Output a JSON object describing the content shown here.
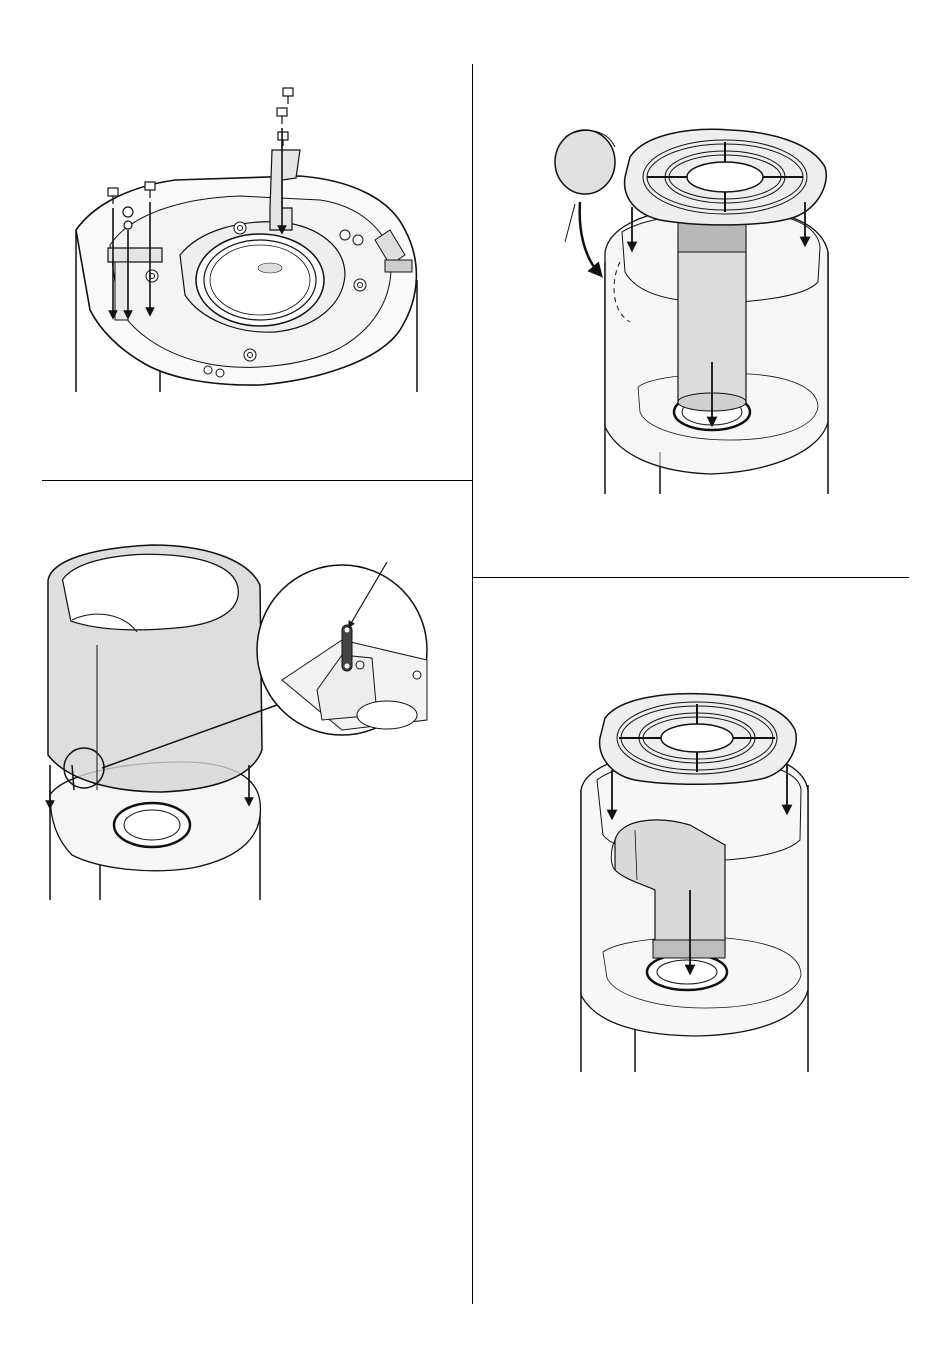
{
  "page": {
    "description_free": true
  },
  "illustrations": [
    {
      "id": "fig-top-left",
      "icons": [
        "screw-icon",
        "bracket-icon",
        "down-arrow-icon"
      ]
    },
    {
      "id": "fig-top-right",
      "icons": [
        "grille-icon",
        "cap-icon",
        "rotate-arrow-icon",
        "flue-pipe-icon"
      ]
    },
    {
      "id": "fig-mid-left",
      "icons": [
        "stove-body-icon",
        "magnifier-detail-icon",
        "pin-icon"
      ]
    },
    {
      "id": "fig-bottom-right",
      "icons": [
        "grille-icon",
        "elbow-pipe-icon",
        "down-arrow-icon"
      ]
    }
  ],
  "colors": {
    "line": "#1a1a1a",
    "fill_light": "#f2f2f2",
    "fill_mid": "#d9d9d9",
    "fill_dark": "#bcbcbc"
  }
}
